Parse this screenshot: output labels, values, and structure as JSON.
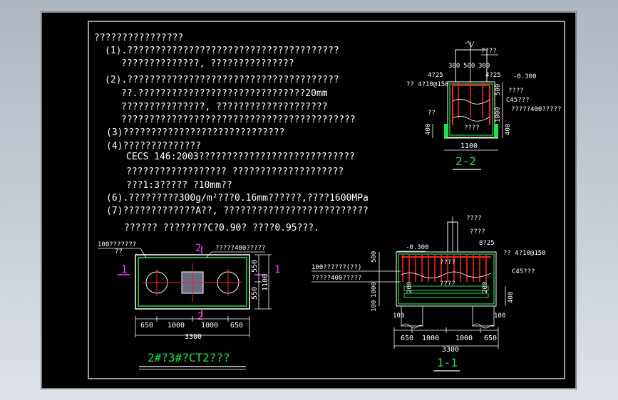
{
  "notes": {
    "heading": "????????????????",
    "lines": [
      "(1).??????????????????????????????????????",
      "??????????????, ???????????????",
      "(2).??????????????????????????????????????",
      "??.??????????????????????????????20mm",
      "???????????????, ????????????????????",
      "??????????????????????????????????????????",
      "(3)?????????????????????????????",
      "(4)??????????????",
      "CECS 146:2003????????????????????????????",
      "??????????????????   ????????????????????",
      "???1:3????? ?10mm??",
      "(6).?????????300g/m²???0.16mm??????,????1600MPa",
      "(7)?????????????A??,   ??????????????????????????",
      "??????  ????????C?0.90? ????0.95???."
    ]
  },
  "plan": {
    "title": "2#?3#?CT2???",
    "label_left": "100???????",
    "label_left2": "??",
    "label_right": "?????400?????",
    "cut_1": "1",
    "cut_2": "2",
    "dims_bottom": [
      "650",
      "1000",
      "1000",
      "650"
    ],
    "total": "3300",
    "dims_right": [
      "550",
      "550"
    ],
    "total_right": "1100"
  },
  "section22": {
    "title": "2-2",
    "dims_top": [
      "300",
      "500",
      "300"
    ],
    "rebar_top": "4?25",
    "rebar_top2": "4?25",
    "level": "-0.300",
    "stirrup": "?? 4?10@150",
    "label_a": "????",
    "label_b": "????",
    "label_c": "C45???",
    "label_d": "?????400?????",
    "label_e": "??",
    "label_f": "????",
    "dim_500": "500",
    "dim_1000": "1000",
    "dim_400l": "400",
    "dim_400r": "400",
    "width": "1100"
  },
  "section11": {
    "title": "1-1",
    "level": "-0.300",
    "label_a": "????",
    "label_b": "????",
    "label_c": "8?25",
    "label_d": "?? 4?10@150",
    "label_e": "C45???",
    "label_f": "100??????(??)",
    "label_g": "?????400?????",
    "label_h": "????",
    "label_i": "????",
    "dims_left": [
      "500",
      "1000",
      "100"
    ],
    "dim_200a": "200",
    "dim_200b": "200",
    "dim_100a": "100",
    "dim_100b": "100",
    "dim_400": "400",
    "dims_bottom": [
      "650",
      "1000",
      "1000",
      "650"
    ],
    "total": "3300"
  },
  "colors": {
    "frame": "#ffffff",
    "rebar": "#ff2020",
    "concrete": "#22e04a",
    "cutline": "#ff40ff",
    "background": "#000000"
  }
}
